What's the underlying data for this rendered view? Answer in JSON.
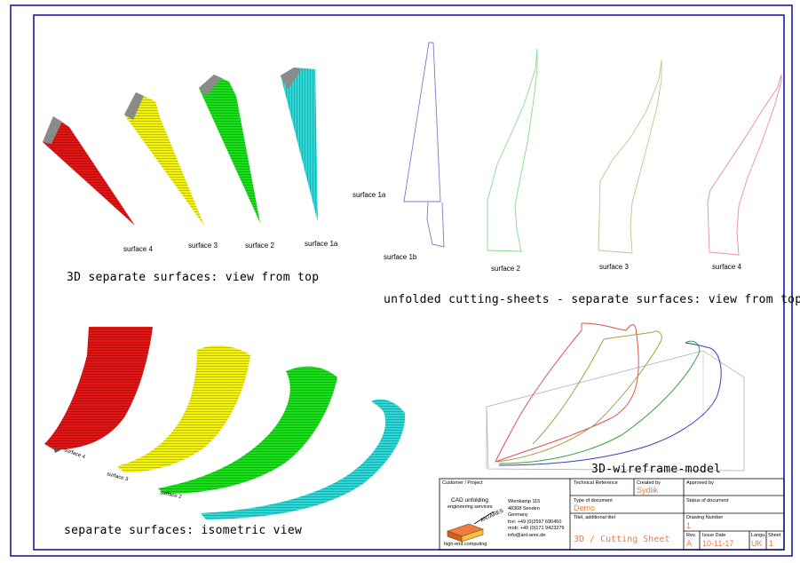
{
  "captions": {
    "top_left": "3D separate surfaces: view from top",
    "top_right": "unfolded cutting-sheets - separate surfaces: view from top",
    "bottom_left": "separate surfaces: isometric view",
    "bottom_right": "3D-wireframe-model"
  },
  "surface_labels_3d": [
    "surface 4",
    "surface 3",
    "surface 2",
    "surface 1a"
  ],
  "unfolded_labels": {
    "s1a": "surface 1a",
    "s1b": "surface 1b",
    "s2": "surface 2",
    "s3": "surface 3",
    "s4": "surface 4"
  },
  "colors": {
    "frame": "#1a1aa8",
    "red": "#e31414",
    "yellow": "#f2f20c",
    "green": "#18e018",
    "cyan": "#2ad8d8",
    "unfold_blue": "#7a7ad0",
    "unfold_green": "#8ad88a",
    "unfold_olive": "#bcc58a",
    "unfold_red": "#e99090",
    "wire_red": "#e05050",
    "wire_olive": "#a0a040",
    "wire_green": "#40a040",
    "wire_blue": "#3040c0",
    "value": "#f07b3f"
  },
  "title_block": {
    "customer_label": "Customer / Project",
    "company_line1": "CAD unfolding",
    "company_line2": "engineering services",
    "company_tagline": "high-end computing",
    "logo_text": "ANTARES",
    "address": [
      "Wienkamp 115",
      "48308 Senden",
      "Germany",
      "fon: +49 (0)2597 690450",
      "mob: +49 (0)171 9423279",
      "info@ant-ares.de"
    ],
    "tech_ref_label": "Technical Reference",
    "created_by_label": "Created by",
    "created_by": "Sydlik",
    "approved_by_label": "Approved by",
    "doc_type_label": "Type of document",
    "doc_type": "Demo",
    "doc_status_label": "Status of document",
    "drawing_number_label": "Drawing Number",
    "drawing_number": "1",
    "title_label": "Titel, additional titel",
    "title": "3D / Cutting Sheet",
    "rev_label": "Rev.",
    "rev": "A",
    "issue_label": "Issue Date",
    "issue": "10-11-17",
    "lang_label": "Langu.",
    "lang": "UK",
    "sheet_label": "Sheet",
    "sheet": "1"
  }
}
